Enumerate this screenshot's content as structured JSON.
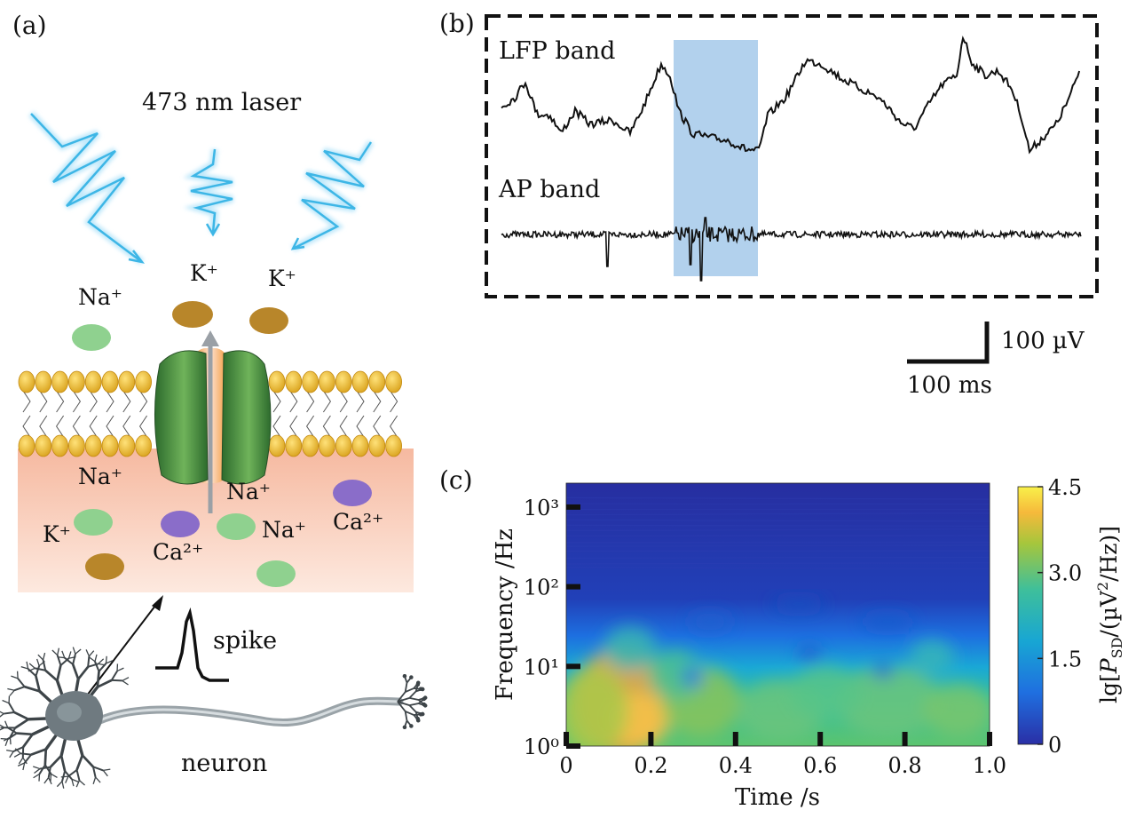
{
  "panels": {
    "a": "(a)",
    "b": "(b)",
    "c": "(c)"
  },
  "panel_a": {
    "laser_label": "473 nm laser",
    "ions": {
      "na_top": "Na⁺",
      "k_top1": "K⁺",
      "k_top2": "K⁺",
      "na_in1": "Na⁺",
      "na_in2": "Na⁺",
      "na_in3": "Na⁺",
      "k_in": "K⁺",
      "ca_in1": "Ca²⁺",
      "ca_in2": "Ca²⁺"
    },
    "spike_label": "spike",
    "neuron_label": "neuron",
    "colors": {
      "laser": "#3db6e6",
      "na": "#8fd18f",
      "k": "#b8862a",
      "ca": "#8a6dc9",
      "channel": "#3e8a3e",
      "pore": "#f0a24a"
    }
  },
  "panel_b": {
    "lfp_label": "LFP band",
    "ap_label": "AP band",
    "scale_voltage": "100 µV",
    "scale_time": "100 ms",
    "highlight_color": "#9fc5e8"
  },
  "panel_c": {
    "chart_data": {
      "type": "heatmap",
      "xlabel": "Time /s",
      "ylabel": "Frequency /Hz",
      "x_ticks": [
        "0",
        "0.2",
        "0.4",
        "0.6",
        "0.8",
        "1.0"
      ],
      "y_ticks": [
        "10⁰",
        "10¹",
        "10²",
        "10³"
      ],
      "xlim": [
        0,
        1.0
      ],
      "ylim_log10": [
        0,
        3.3
      ],
      "colorbar_label": "lg[P_SD/(µV²/Hz)]",
      "colorbar_label_parts": {
        "pre": "lg[",
        "main": "P",
        "sub": "SD",
        "mid": "/(µV",
        "sup": "2",
        "post": "/Hz)]"
      },
      "colorbar_ticks": [
        "0",
        "1.5",
        "3.0",
        "4.5"
      ],
      "colorbar_range": [
        0,
        4.5
      ],
      "colormap": "parula"
    }
  }
}
